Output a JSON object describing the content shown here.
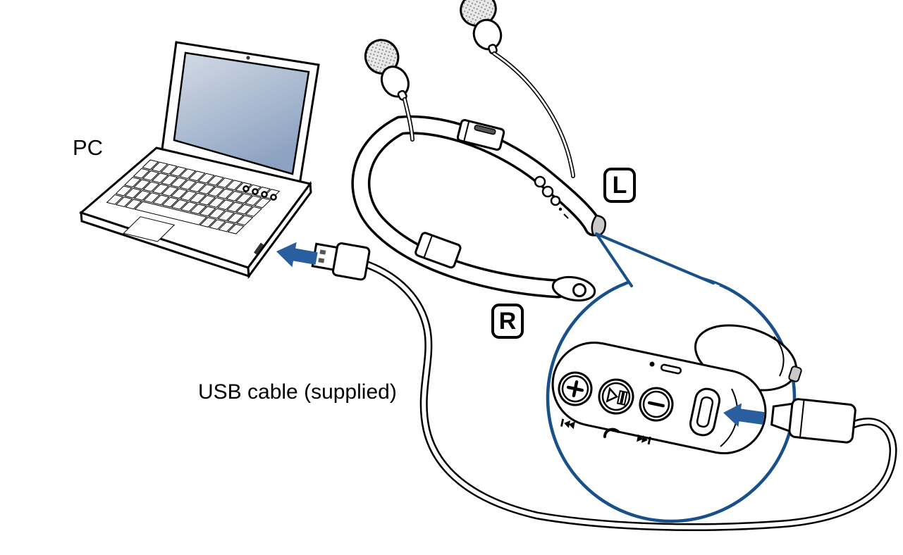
{
  "diagram": {
    "labels": {
      "pc": "PC",
      "usb_cable": "USB cable (supplied)",
      "left_marker": "L",
      "right_marker": "R"
    },
    "colors": {
      "arrow_blue": "#2a5f9f",
      "callout_blue": "#17508a",
      "outline_black": "#000000",
      "screen_top": "#d3dbe6",
      "screen_bottom": "#8da2c1"
    },
    "icons": {
      "usb_arrow": "left-arrow-icon",
      "callout_arrow": "left-arrow-icon",
      "volume_up_button": "plus-icon",
      "play_pause_button": "play-pause-icon",
      "volume_down_button": "minus-icon",
      "skip_back": "previous-track-icon",
      "call": "phone-icon",
      "skip_forward": "next-track-icon"
    }
  }
}
